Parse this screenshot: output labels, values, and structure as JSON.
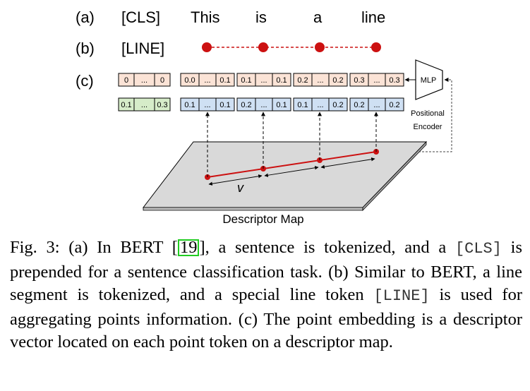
{
  "figure": {
    "row_a": {
      "label": "(a)",
      "token": "[CLS]",
      "words": [
        "This",
        "is",
        "a",
        "line"
      ]
    },
    "row_b": {
      "label": "(b)",
      "token": "[LINE]"
    },
    "row_c": {
      "label": "(c)"
    },
    "cls_vector": [
      "0",
      "...",
      "0"
    ],
    "line_vector": [
      "0.1",
      "...",
      "0.3"
    ],
    "pos_vectors": [
      [
        "0.0",
        "...",
        "0.1"
      ],
      [
        "0.1",
        "...",
        "0.1"
      ],
      [
        "0.2",
        "...",
        "0.2"
      ],
      [
        "0.3",
        "...",
        "0.3"
      ]
    ],
    "desc_vectors": [
      [
        "0.1",
        "...",
        "0.1"
      ],
      [
        "0.2",
        "...",
        "0.1"
      ],
      [
        "0.1",
        "...",
        "0.2"
      ],
      [
        "0.2",
        "...",
        "0.2"
      ]
    ],
    "mlp_label": "MLP",
    "encoder_label_1": "Positional",
    "encoder_label_2": "Encoder",
    "variable_label": "v",
    "map_label": "Descriptor Map",
    "colors": {
      "point": "#cc1111",
      "pink": "#fbe3d6",
      "green": "#d6ecc9",
      "blue": "#cfe0f3",
      "plane": "#d9d9d9"
    }
  },
  "caption": {
    "p1": "Fig. 3: (a) In BERT [",
    "cite": "19",
    "p2": "], a sentence is tokenized, and a ",
    "code1": "[CLS]",
    "p3": " is prepended for a sentence classification task. (b) Similar to BERT, a line segment is tokenized, and a special line token ",
    "code2": "[LINE]",
    "p4": " is used for aggregating points information. (c) The point embedding is a descriptor vector located on each point token on a descriptor map."
  }
}
